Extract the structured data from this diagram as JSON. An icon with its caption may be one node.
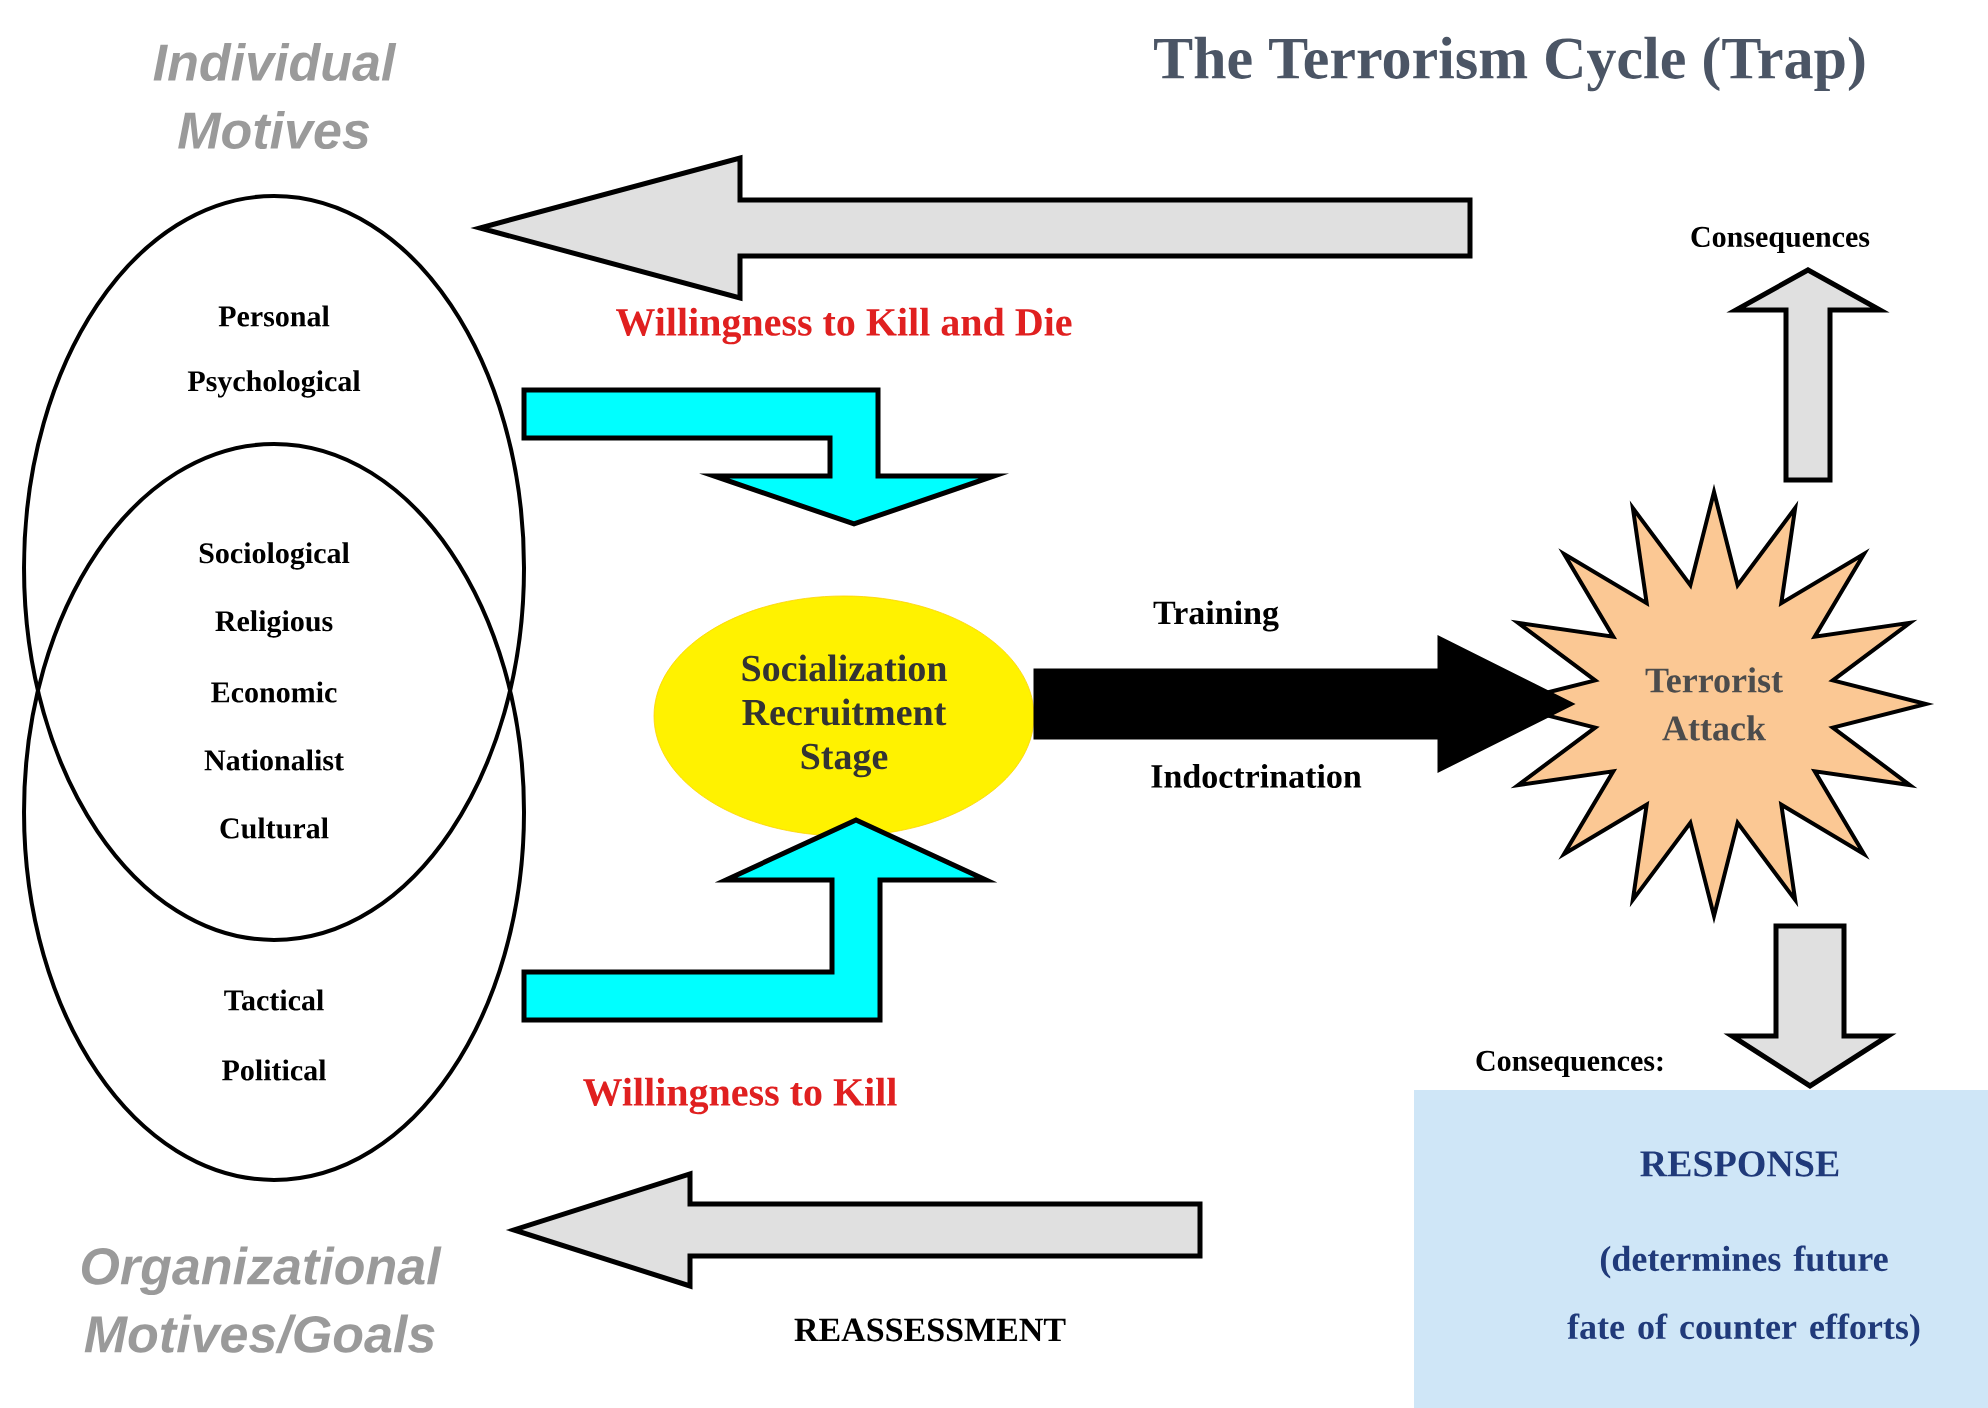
{
  "diagram": {
    "title": "The Terrorism Cycle (Trap)",
    "nodes": [
      {
        "text": [
          "Individual Motives",
          "Personal",
          "Psychological"
        ]
      },
      {
        "text": [
          "Tactical",
          "Political",
          "Organizational Motives/Goals"
        ]
      },
      {
        "text": [
          "Socialization Recruitment Stage"
        ]
      },
      {
        "text": [
          "Terrorist Attack"
        ]
      },
      {
        "text": [
          "Consequences"
        ]
      },
      {
        "text": [
          "Consequences:",
          "RESPONSE",
          "(determines future fate of counter efforts)"
        ]
      }
    ],
    "edges": [
      {
        "from": null,
        "to": 0,
        "arrow": "to"
      },
      {
        "from": 0,
        "to": 2,
        "arrow": "to",
        "label": "Willingness to Kill and Die",
        "color": "#00ffff"
      },
      {
        "from": 1,
        "to": 2,
        "arrow": "to",
        "label": "Willingness to Kill",
        "color": "#00ffff"
      },
      {
        "from": 2,
        "to": 3,
        "arrow": "to",
        "label": "Training",
        "color": "#000000"
      },
      {
        "from": 3,
        "to": 4,
        "arrow": "to"
      },
      {
        "from": 3,
        "to": 5,
        "arrow": "to"
      },
      {
        "from": null,
        "to": 1,
        "arrow": "to",
        "label": "REASSESSMENT"
      }
    ],
    "labels": [
      "Sociological",
      "Religious",
      "Economic",
      "Nationalist",
      "Cultural",
      "Indoctrination"
    ]
  }
}
